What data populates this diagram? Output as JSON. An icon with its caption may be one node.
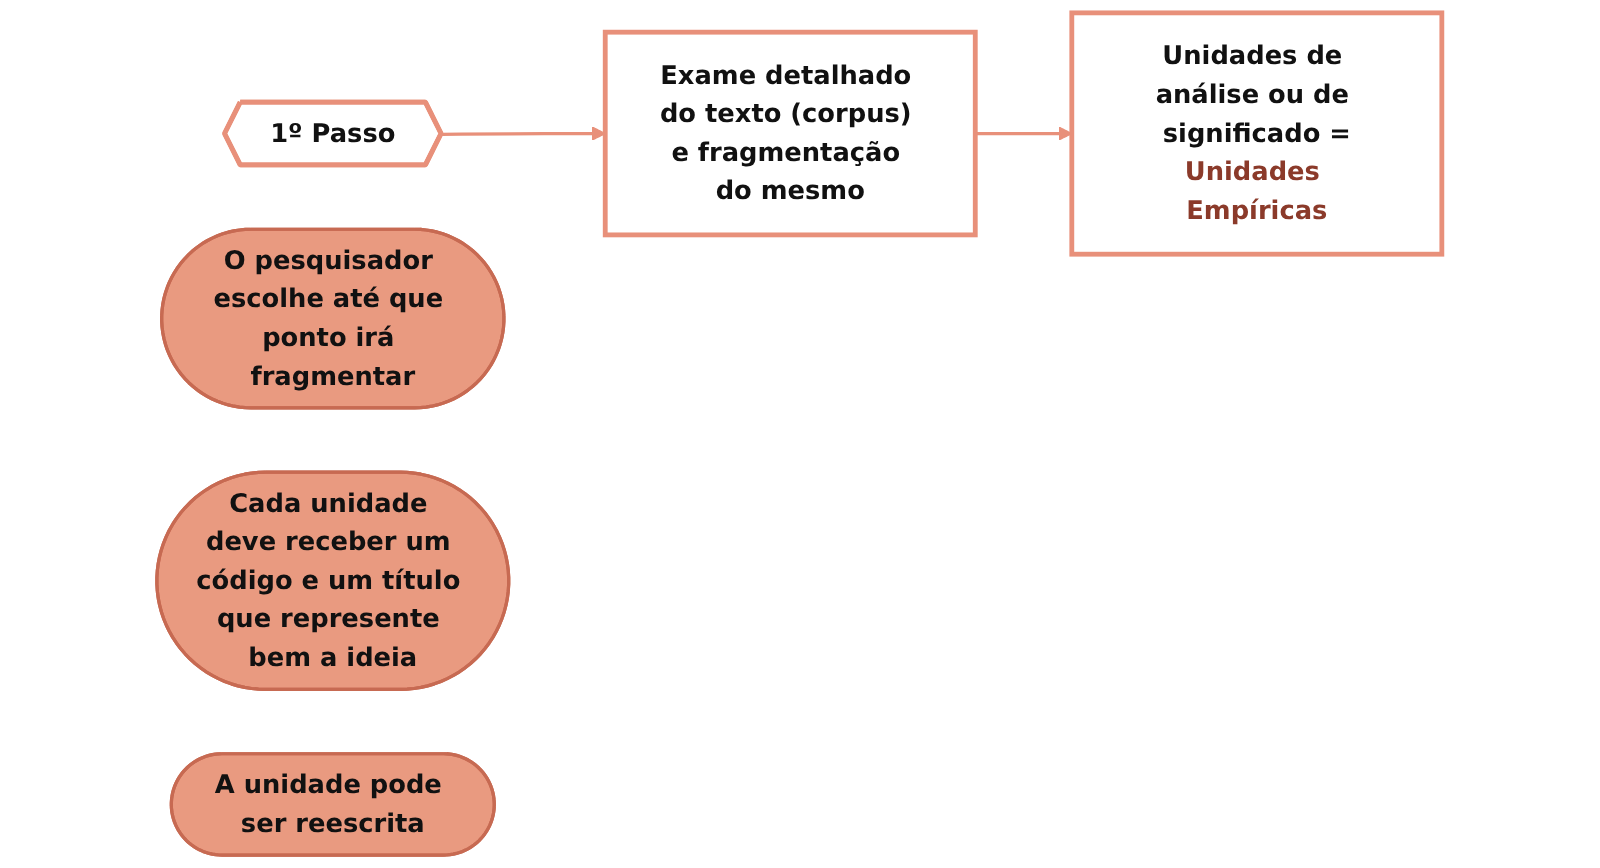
{
  "diagram": {
    "nodes": [
      {
        "text": [
          "1º Passo"
        ]
      },
      {
        "text": [
          "Exame detalhado do texto (corpus) e fragmentação do mesmo"
        ]
      },
      {
        "text": [
          "Unidades de análise ou de significado =",
          "Unidades Empíricas"
        ]
      },
      {
        "text": [
          "O pesquisador escolhe até que ponto irá fragmentar"
        ]
      },
      {
        "text": [
          "Cada unidade deve receber um código e um título que represente bem a ideia"
        ]
      },
      {
        "text": [
          "A unidade pode ser reescrita"
        ]
      }
    ],
    "edges": [
      {
        "from": 0,
        "to": 1,
        "arrow": "to"
      },
      {
        "from": 1,
        "to": 2,
        "arrow": "to"
      }
    ]
  }
}
